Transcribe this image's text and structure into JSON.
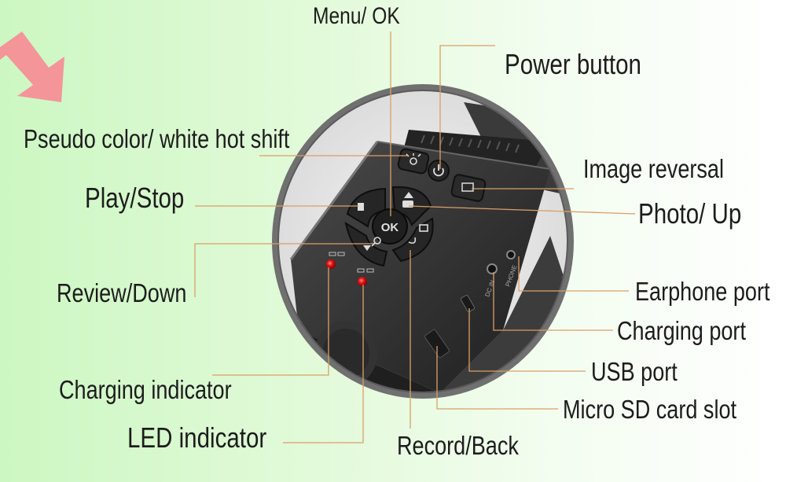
{
  "labels": {
    "menu_ok": "Menu/ OK",
    "power_button": "Power button",
    "pseudo_color": "Pseudo color/ white hot shift",
    "image_reversal": "Image reversal",
    "play_stop": "Play/Stop",
    "photo_up": "Photo/ Up",
    "review_down": "Review/Down",
    "earphone_port": "Earphone port",
    "charging_port": "Charging port",
    "usb_port": "USB port",
    "charging_indicator": "Charging indicator",
    "micro_sd_slot": "Micro SD card slot",
    "led_indicator": "LED indicator",
    "record_back": "Record/Back"
  },
  "device": {
    "ok_key": "OK",
    "port_dc_in": "DC IN",
    "port_phone": "PHONE"
  },
  "colors": {
    "background_left": "#ccf7c2",
    "background_right": "#ffffff",
    "leader_line": "#d9a066",
    "arrow": "#f4959a",
    "led": "#e01010",
    "bezel": "#6e6e6e",
    "body": "#2c2c2c"
  }
}
